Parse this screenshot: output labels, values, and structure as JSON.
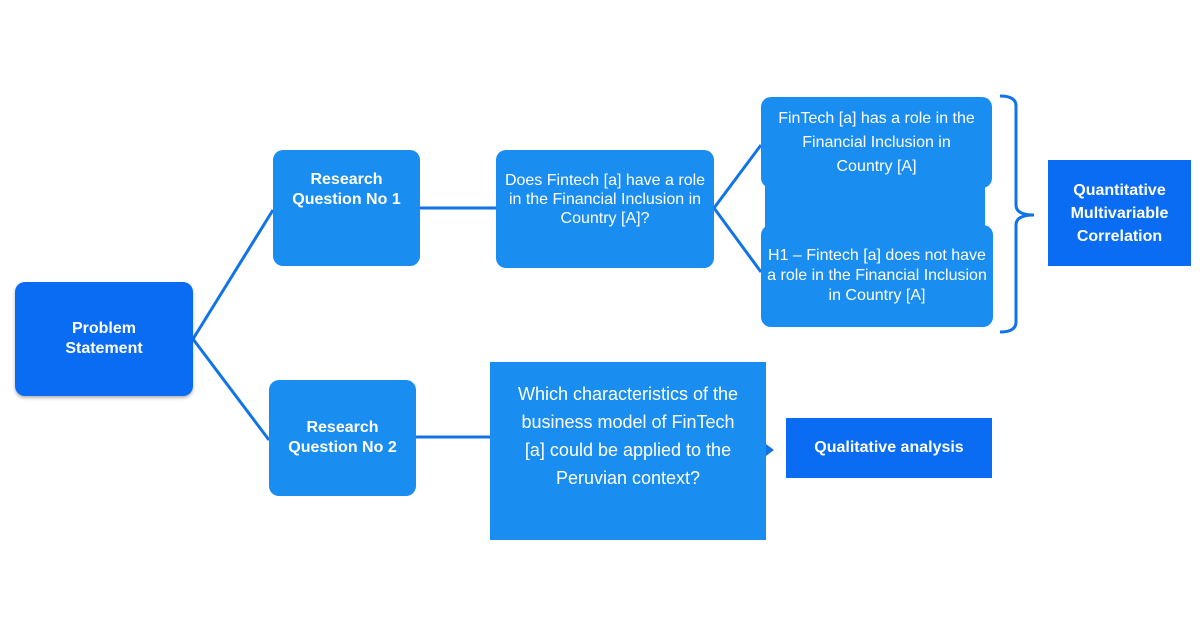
{
  "nodes": {
    "problem": "Problem Statement",
    "rq1": "Research Question No 1",
    "rq2": "Research Question No 2",
    "q1": "Does Fintech [a] have a role in the Financial Inclusion  in Country [A]?",
    "h0": "FinTech [a] has a role in the Financial Inclusion in Country [A]",
    "h1": "H1 – Fintech [a]  does not have a role in the Financial Inclusion  in Country [A]",
    "q2": "Which characteristics of the business model of FinTech [a] could be applied to the Peruvian context?",
    "quant": "Quantitative Multivariable Correlation",
    "qual": "Qualitative analysis"
  },
  "colors": {
    "dark": "#0a6cf2",
    "light": "#1a8df0"
  }
}
